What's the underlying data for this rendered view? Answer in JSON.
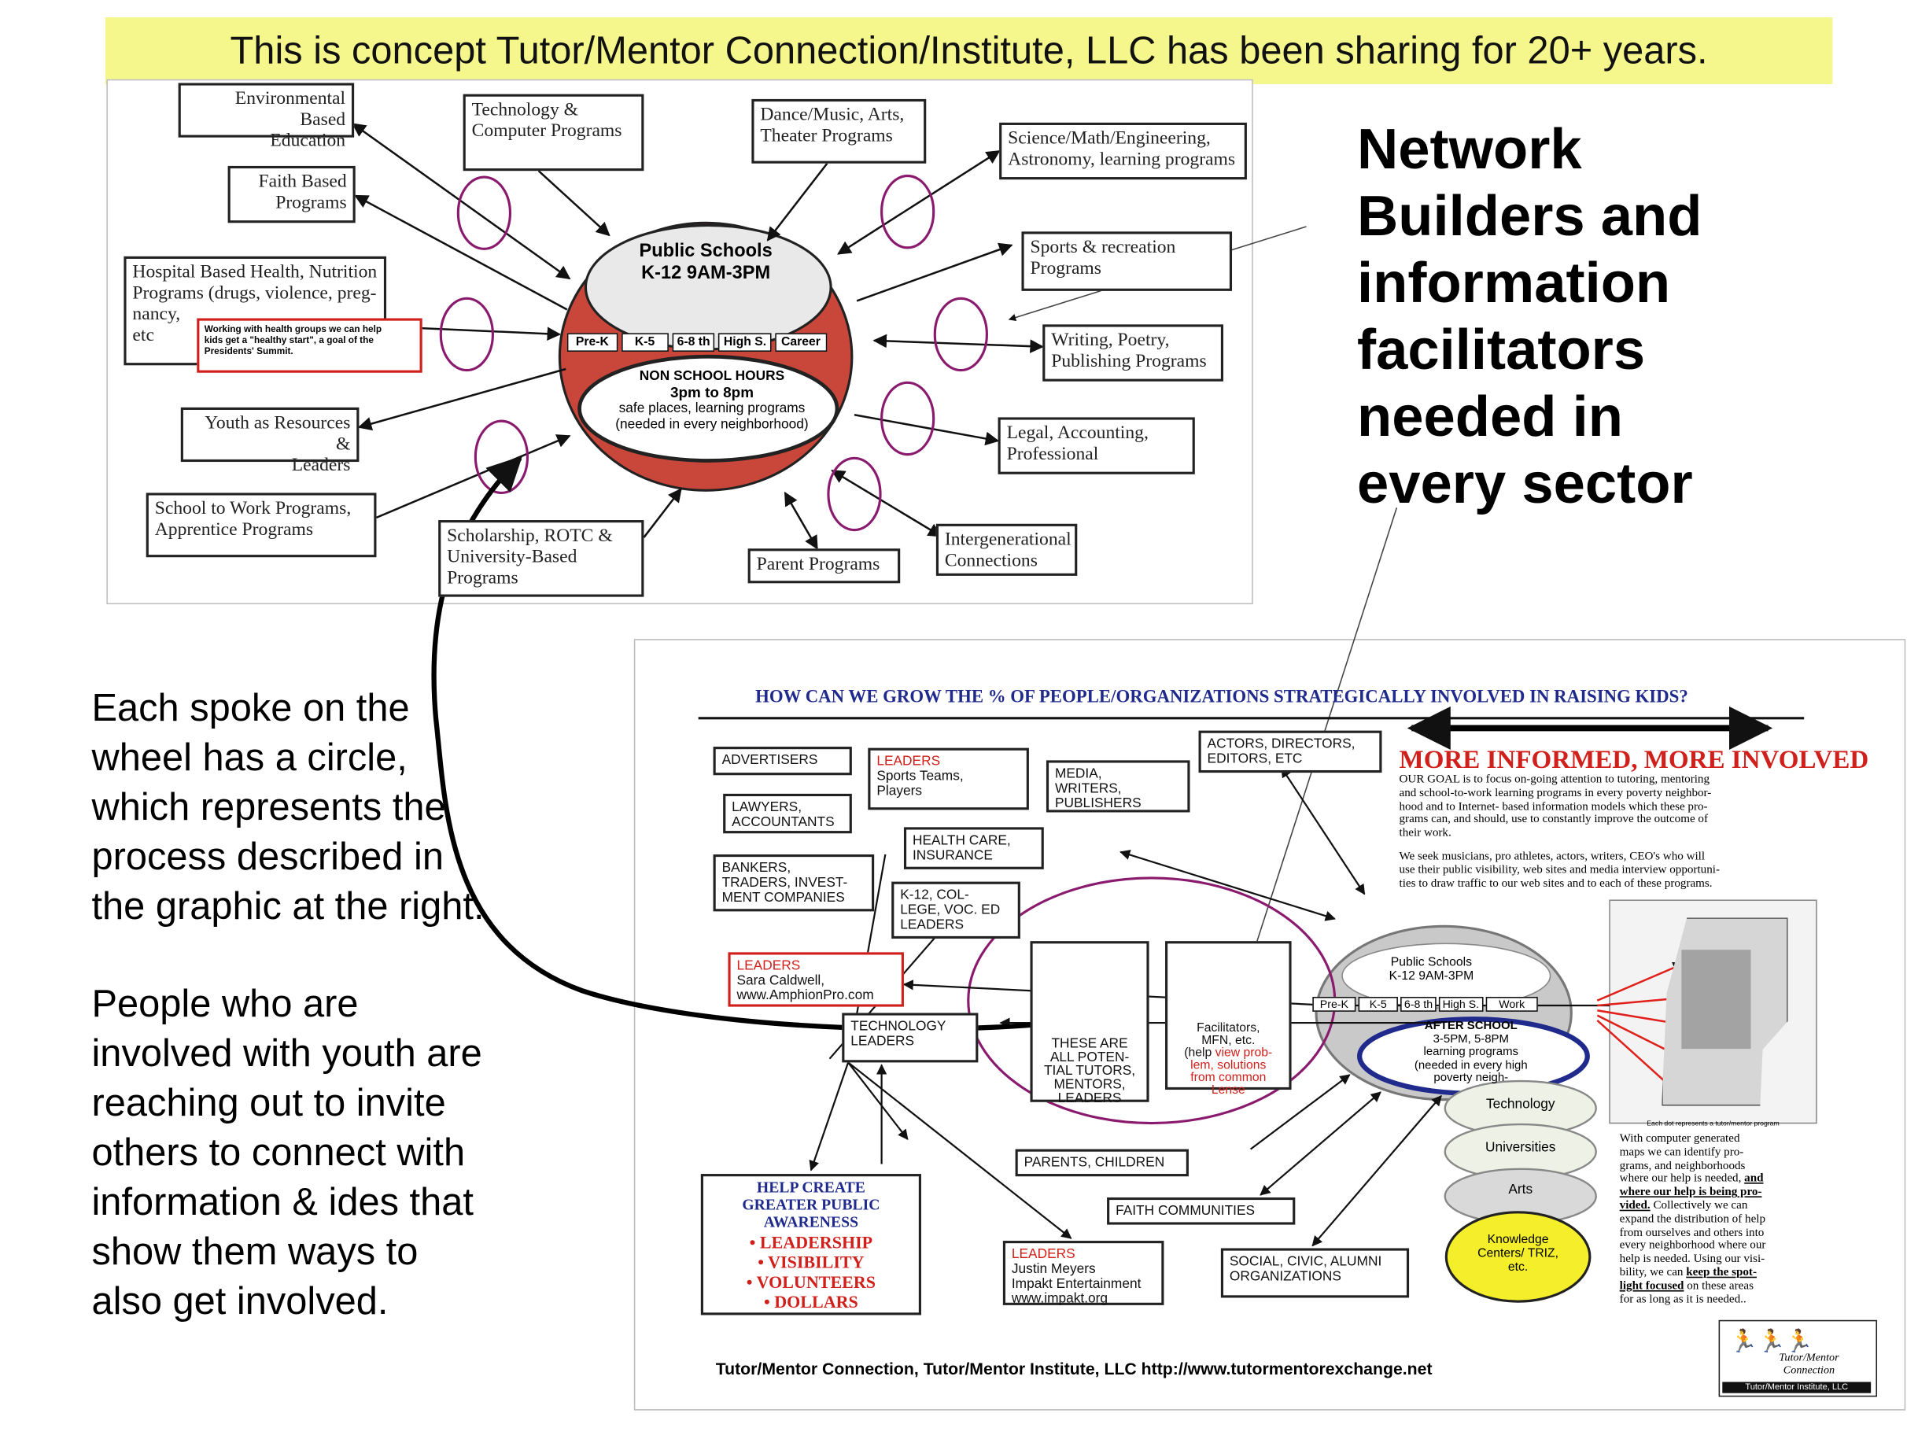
{
  "banner": "This is concept Tutor/Mentor Connection/Institute, LLC has been sharing for 20+ years.",
  "headline": [
    "Network",
    "Builders and",
    "information",
    "facilitators",
    "needed in",
    "every sector"
  ],
  "left_text": {
    "p1": [
      "Each spoke on the",
      "wheel has a circle,",
      "which represents the",
      "process described in",
      "the graphic at the right."
    ],
    "p2": [
      "People who are",
      "involved with youth are",
      "reaching out to invite",
      "others to connect with",
      "information & ides that",
      "show them ways to",
      "also get involved."
    ]
  },
  "wheel": {
    "center_title": [
      "Public Schools",
      "K-12  9AM-3PM"
    ],
    "grades": [
      "Pre-K",
      "K-5",
      "6-8 th",
      "High S.",
      "Career"
    ],
    "non_school": [
      "NON SCHOOL HOURS",
      "3pm to 8pm",
      "safe places, learning programs",
      "(needed in every neighborhood)"
    ],
    "spokes": {
      "environmental": [
        "Environmental Based",
        "Education"
      ],
      "technology": [
        "Technology &",
        "Computer Programs"
      ],
      "dance": [
        "Dance/Music, Arts,",
        "Theater Programs"
      ],
      "science": [
        "Science/Math/Engineering,",
        "Astronomy, learning programs"
      ],
      "faith": [
        "Faith Based",
        "Programs"
      ],
      "sports": [
        "Sports & recreation",
        "Programs"
      ],
      "hospital": [
        "Hospital Based Health, Nutrition",
        "Programs (drugs, violence, preg-",
        "nancy,",
        "etc"
      ],
      "hospital_note": [
        "Working with health groups we can help",
        "kids get a \"healthy start\", a goal of the",
        "Presidents' Summit."
      ],
      "writing": [
        "Writing, Poetry,",
        "Publishing Programs"
      ],
      "youth": [
        "Youth as Resources &",
        "Leaders"
      ],
      "legal": [
        "Legal, Accounting,",
        "Professional"
      ],
      "school_work": [
        "School to Work Programs,",
        "Apprentice Programs"
      ],
      "scholarship": [
        "Scholarship, ROTC &",
        "University-Based",
        "Programs"
      ],
      "parent": [
        "Parent Programs"
      ],
      "intergen": [
        "Intergenerational",
        "Connections"
      ]
    }
  },
  "network": {
    "question": "HOW CAN WE GROW THE %  OF PEOPLE/ORGANIZATIONS STRATEGICALLY INVOLVED IN RAISING KIDS?",
    "more_informed": "MORE INFORMED, MORE INVOLVED",
    "goal_text": [
      "OUR GOAL is to focus on-going attention to tutoring, mentoring",
      "and school-to-work learning programs in every poverty neighbor-",
      "hood  and to Internet- based information models which these pro-",
      "grams can, and should, use to constantly improve the outcome of",
      "their work."
    ],
    "seek_text": [
      "We seek musicians, pro athletes, actors, writers, CEO's who will",
      "use their public visibility, web sites and media interview opportuni-",
      "ties to draw traffic to our web sites and to each of these programs."
    ],
    "boxes": {
      "advertisers": "ADVERTISERS",
      "leaders_sports_label": "LEADERS",
      "leaders_sports": [
        "Sports Teams,",
        "Players"
      ],
      "media": [
        "MEDIA,",
        "WRITERS,",
        "PUBLISHERS"
      ],
      "actors": [
        "ACTORS, DIRECTORS,",
        "EDITORS, ETC"
      ],
      "lawyers": [
        "LAWYERS,",
        "ACCOUNTANTS"
      ],
      "health": [
        "HEALTH CARE,",
        "INSURANCE"
      ],
      "bankers": [
        "BANKERS,",
        "TRADERS, INVEST-",
        "MENT COMPANIES"
      ],
      "k12": [
        "K-12, COL-",
        "LEGE, VOC. ED",
        "LEADERS"
      ],
      "leaders_sara_label": "LEADERS",
      "leaders_sara": [
        "Sara Caldwell,",
        "www.AmphionPro.com"
      ],
      "technology_leaders": [
        "TECHNOLOGY",
        "LEADERS"
      ],
      "potential": [
        "THESE ARE",
        "ALL POTEN-",
        "TIAL TUTORS,",
        "MENTORS,",
        "LEADERS"
      ],
      "facilitators": [
        "Facilitators,",
        "MFN, etc."
      ],
      "facilitators_help": [
        "(help ",
        "view prob-",
        "lem, solutions",
        "from common",
        "Lense"
      ],
      "parents": "PARENTS, CHILDREN",
      "faith": "FAITH COMMUNITIES",
      "leaders_justin_label": "LEADERS",
      "leaders_justin": [
        "Justin Meyers",
        "Impakt Entertainment",
        "www.impakt.org"
      ],
      "social": [
        "SOCIAL, CIVIC, ALUMNI",
        "ORGANIZATIONS"
      ]
    },
    "ring": {
      "title": [
        "Public Schools",
        "K-12  9AM-3PM"
      ],
      "grades": [
        "Pre-K",
        "K-5",
        "6-8 th",
        "High S.",
        "Work"
      ],
      "after": [
        "AFTER SCHOOL",
        "3-5PM, 5-8PM",
        "learning programs",
        "(needed in every high",
        "poverty neigh-"
      ],
      "stack": [
        "Technology",
        "Universities",
        "Arts"
      ],
      "knowledge": [
        "Knowledge",
        "Centers/ TRIZ,",
        "etc."
      ]
    },
    "awareness": {
      "title": [
        "HELP CREATE",
        "GREATER PUBLIC",
        "AWARENESS"
      ],
      "items": [
        "• LEADERSHIP",
        "• VISIBILITY",
        "• VOLUNTEERS",
        "• DOLLARS"
      ]
    },
    "map_caption": "Each dot represents a tutor/mentor program",
    "map_text": [
      "With computer generated",
      "maps we can identify pro-",
      "grams, and neighborhoods",
      "where our help is needed, ",
      "and",
      "where our help is being pro-",
      "vided.",
      " Collectively we can",
      "expand the distribution of help",
      "from ourselves and others into",
      "every neighborhood where our",
      "help is needed. Using our visi-",
      "bility, we can ",
      "keep the spot-",
      "light focused",
      " on these areas",
      "for as long as it is needed.."
    ],
    "footer": "Tutor/Mentor Connection, Tutor/Mentor Institute, LLC http://www.tutormentorexchange.net",
    "logo": [
      "Tutor/Mentor",
      "Connection",
      "Tutor/Mentor Institute, LLC"
    ]
  },
  "colors": {
    "banner_bg": "#f5f78c",
    "wheel_red": "#c9473a",
    "accent_red": "#d0201b",
    "purple": "#8a1a6e",
    "navy": "#1f2a8c",
    "knowledge_yellow": "#f4ef2a"
  }
}
